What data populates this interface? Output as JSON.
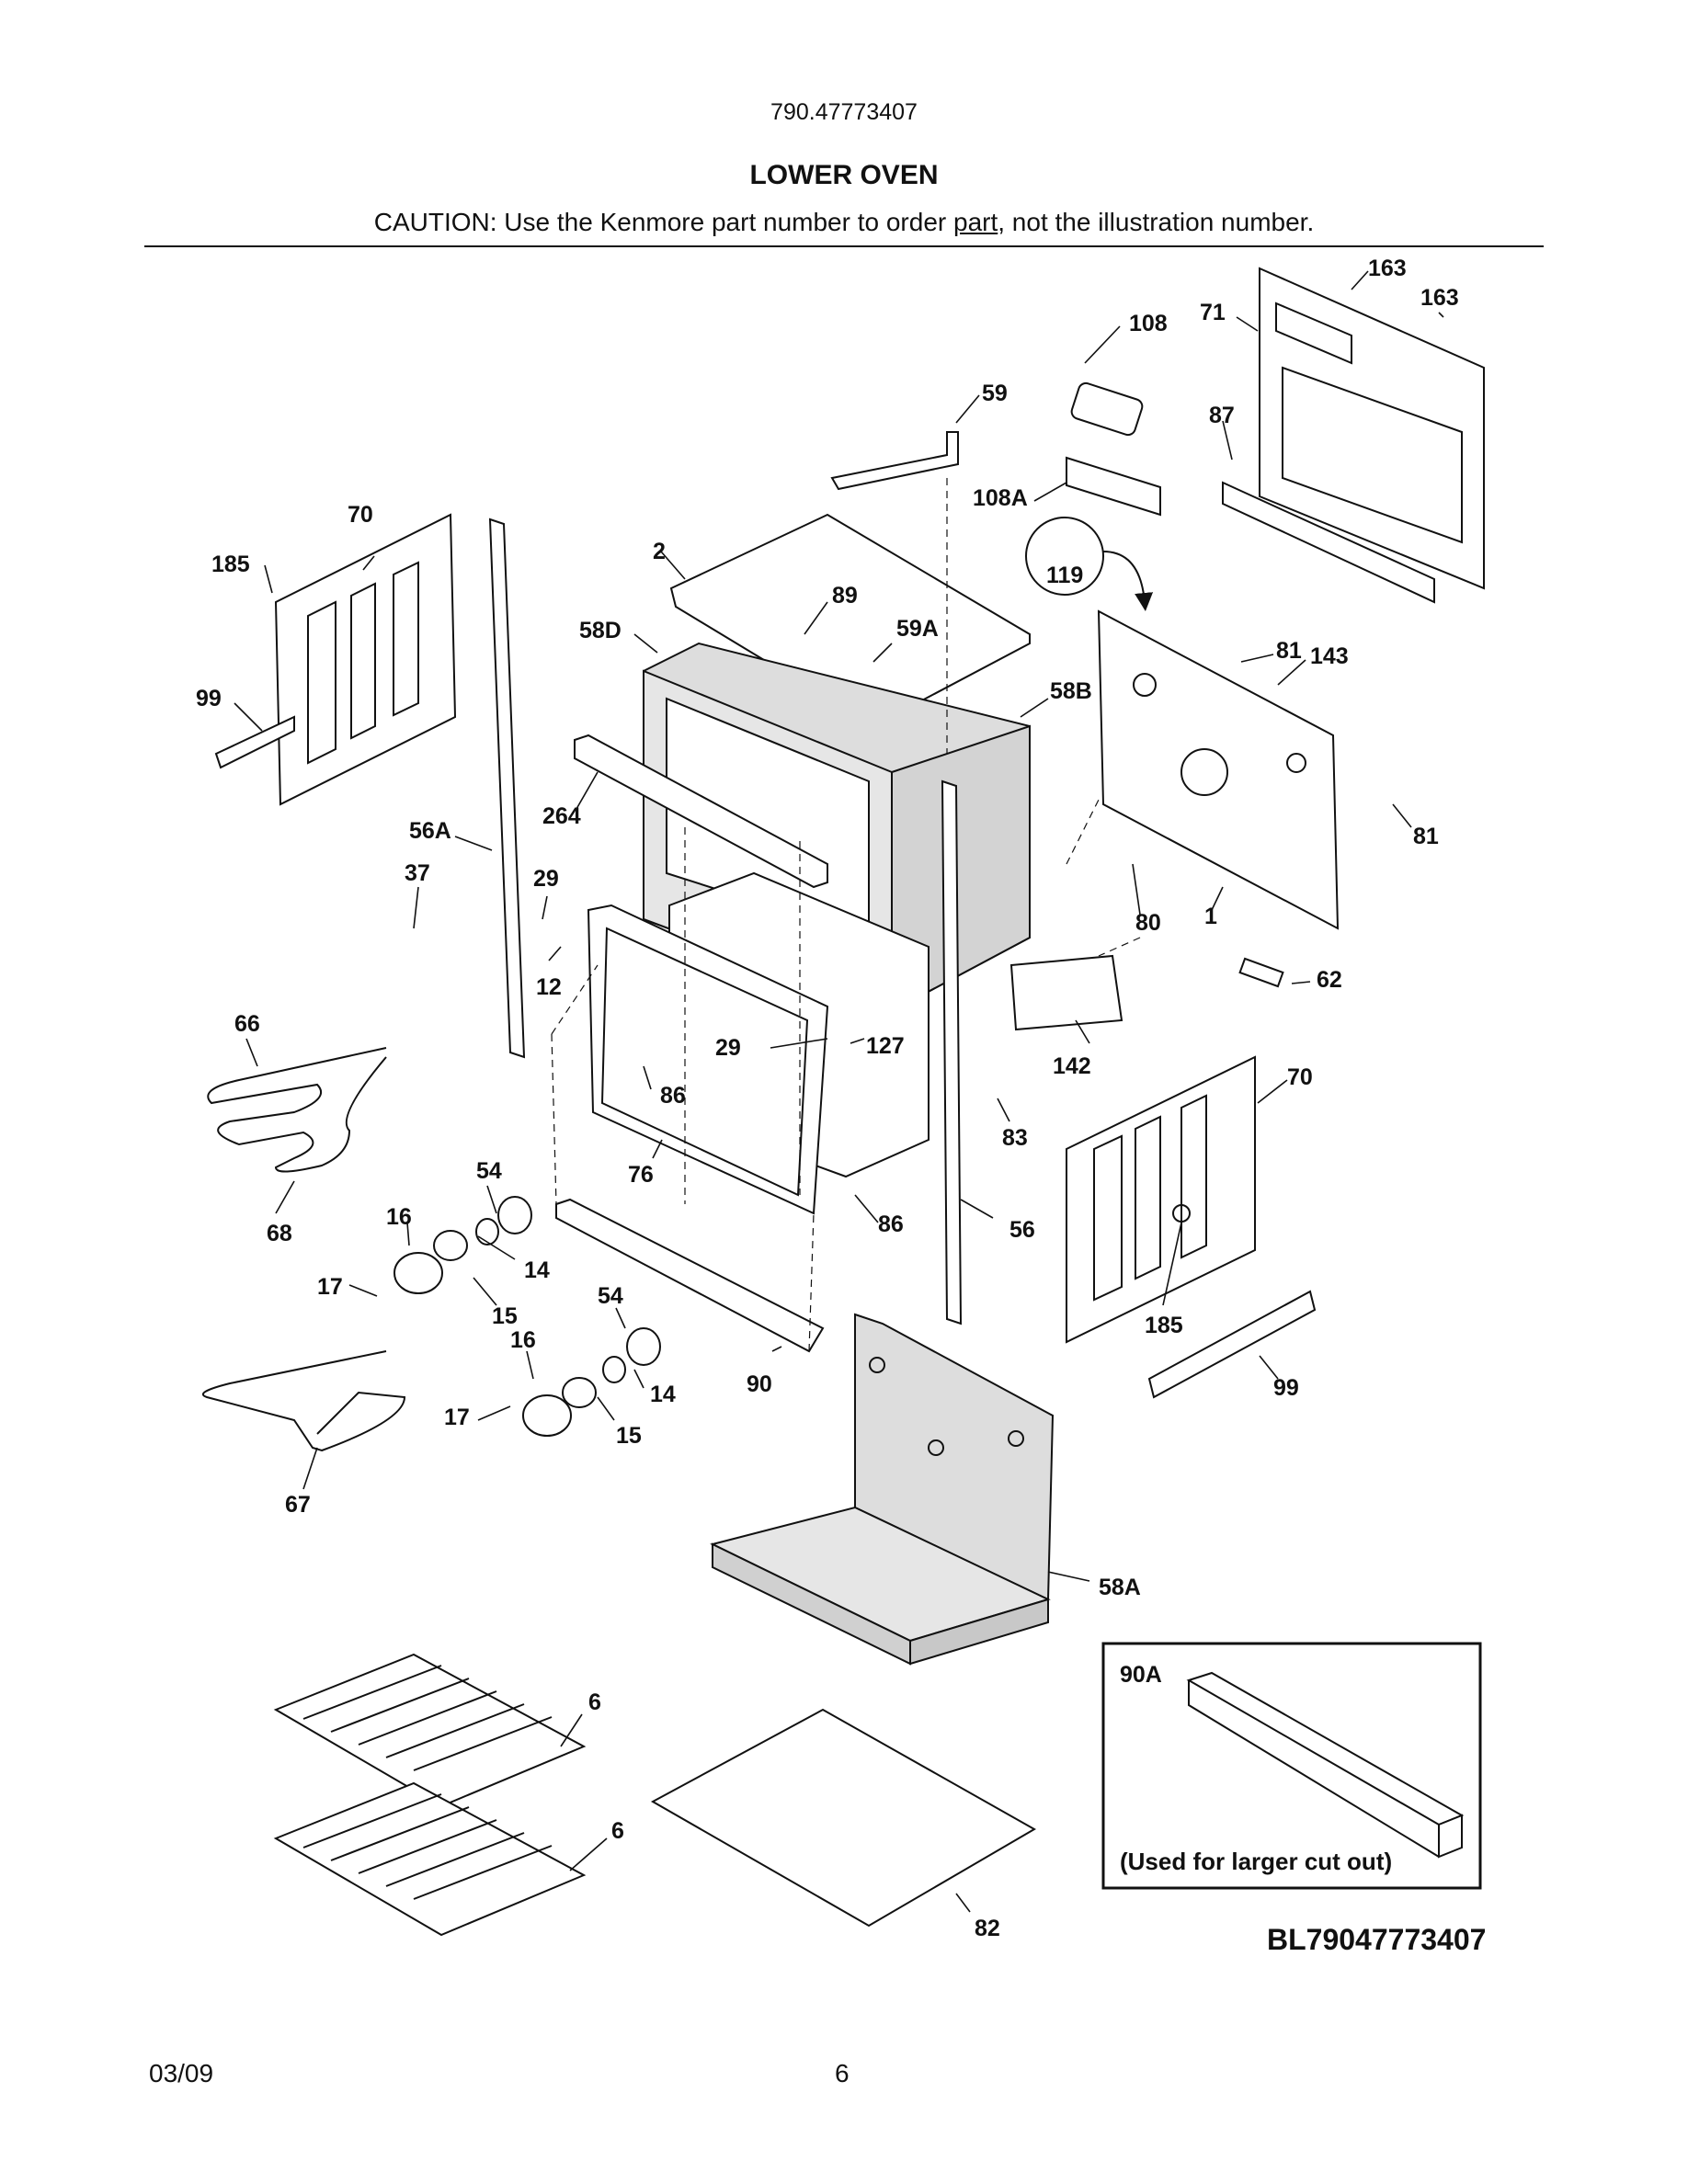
{
  "header": {
    "model_number": "790.47773407",
    "section_title": "LOWER OVEN",
    "caution_prefix": "CAUTION: Use the Kenmore part number to order ",
    "caution_underlined": "part",
    "caution_suffix": ", not the illustration number."
  },
  "callouts": {
    "c163a": "163",
    "c163b": "163",
    "c71": "71",
    "c108": "108",
    "c59": "59",
    "c87": "87",
    "c108A": "108A",
    "c70a": "70",
    "c185a": "185",
    "c2": "2",
    "c119": "119",
    "c89": "89",
    "c58D": "58D",
    "c59A": "59A",
    "c81a": "81",
    "c143": "143",
    "c99a": "99",
    "c58B": "58B",
    "c264": "264",
    "c56A": "56A",
    "c81b": "81",
    "c37": "37",
    "c29a": "29",
    "c80": "80",
    "c1": "1",
    "c12": "12",
    "c62": "62",
    "c66": "66",
    "c29b": "29",
    "c127": "127",
    "c142": "142",
    "c70b": "70",
    "c86a": "86",
    "c83": "83",
    "c54a": "54",
    "c76": "76",
    "c16a": "16",
    "c68": "68",
    "c86b": "86",
    "c56": "56",
    "c14a": "14",
    "c17a": "17",
    "c15a": "15",
    "c54b": "54",
    "c185b": "185",
    "c16b": "16",
    "c99b": "99",
    "c90": "90",
    "c14b": "14",
    "c17b": "17",
    "c15b": "15",
    "c67": "67",
    "c58A": "58A",
    "c6a": "6",
    "c6b": "6",
    "c82": "82"
  },
  "inset": {
    "part_label": "90A",
    "note": "(Used for larger cut out)"
  },
  "diagram_code": "BL79047773407",
  "footer": {
    "date": "03/09",
    "page_number": "6"
  }
}
